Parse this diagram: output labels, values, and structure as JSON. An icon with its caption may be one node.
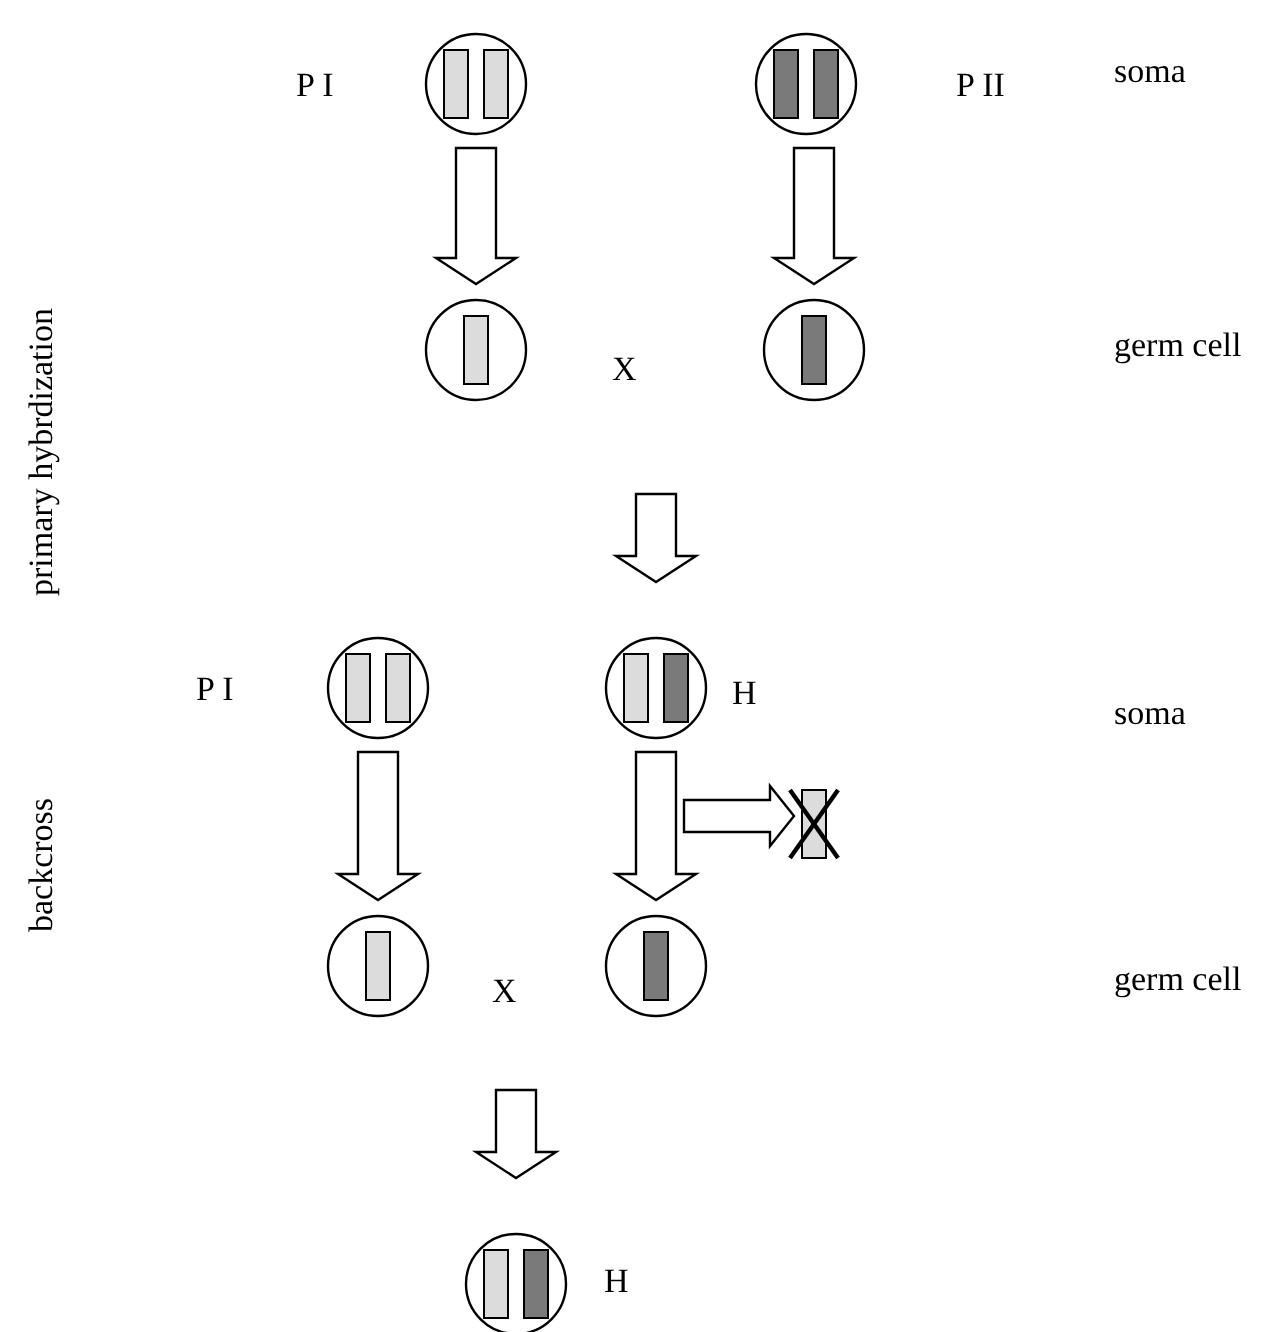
{
  "diagram": {
    "nodes": [
      {
        "text": [],
        "shape": "circle",
        "beside": [
          "P I"
        ]
      },
      {
        "text": [],
        "shape": "circle",
        "beside": [
          "P II"
        ]
      },
      {
        "text": [],
        "shape": "circle"
      },
      {
        "text": [],
        "shape": "circle"
      },
      {
        "text": [],
        "shape": "circle",
        "beside": [
          "P I"
        ]
      },
      {
        "text": [],
        "shape": "circle",
        "beside": [
          "H"
        ]
      },
      {
        "text": [],
        "shape": "circle"
      },
      {
        "text": [],
        "shape": "circle"
      },
      {
        "text": [],
        "shape": "bar"
      },
      {
        "text": [],
        "shape": "circle",
        "beside": [
          "H"
        ]
      }
    ],
    "edges": [
      {
        "from": 0,
        "to": 2,
        "arrow": "to"
      },
      {
        "from": 1,
        "to": 3,
        "arrow": "to"
      },
      {
        "from": null,
        "to": 5,
        "arrow": "to"
      },
      {
        "from": 4,
        "to": 6,
        "arrow": "to"
      },
      {
        "from": 5,
        "to": 7,
        "arrow": "to"
      },
      {
        "from": 5,
        "to": 8,
        "arrow": "to"
      },
      {
        "from": null,
        "to": 9,
        "arrow": "to"
      }
    ],
    "labels": [
      "soma",
      "primary hybrdization",
      "X",
      "germ cell",
      "soma",
      "backcross",
      "X",
      "germ cell"
    ]
  }
}
